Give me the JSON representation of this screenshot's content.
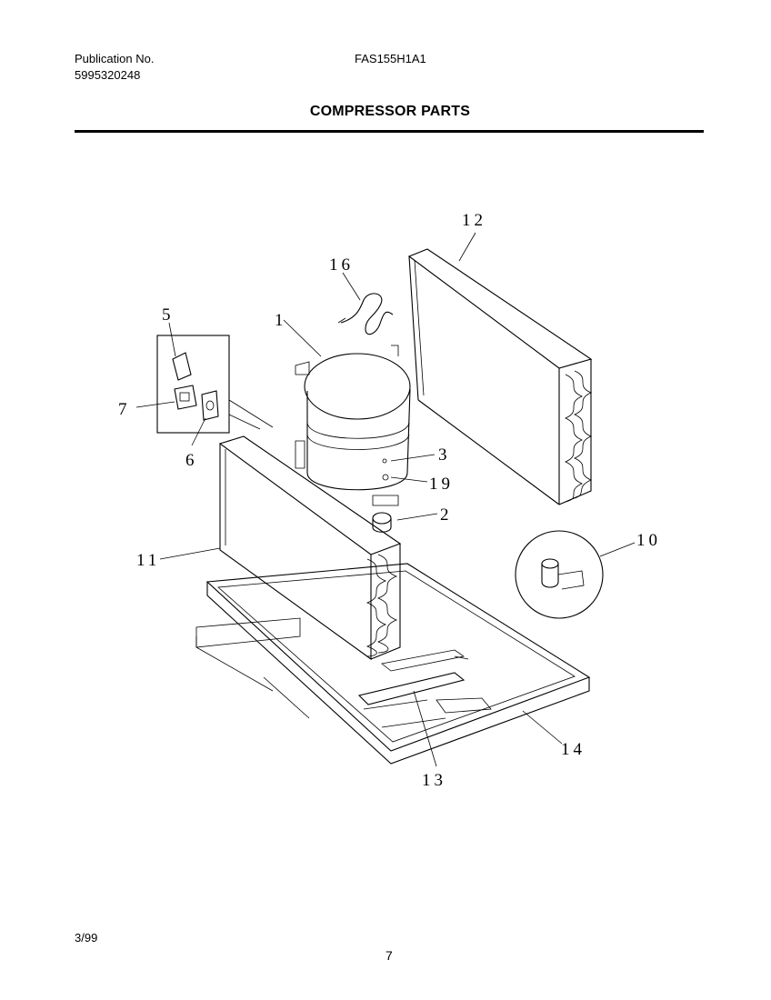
{
  "header": {
    "publication_label": "Publication No.",
    "publication_number": "5995320248",
    "model_number": "FAS155H1A1",
    "section_title": "COMPRESSOR PARTS"
  },
  "callouts": [
    "1",
    "2",
    "3",
    "5",
    "6",
    "7",
    "10",
    "11",
    "12",
    "13",
    "14",
    "16",
    "19"
  ],
  "footer": {
    "date": "3/99",
    "page_number": "7"
  }
}
